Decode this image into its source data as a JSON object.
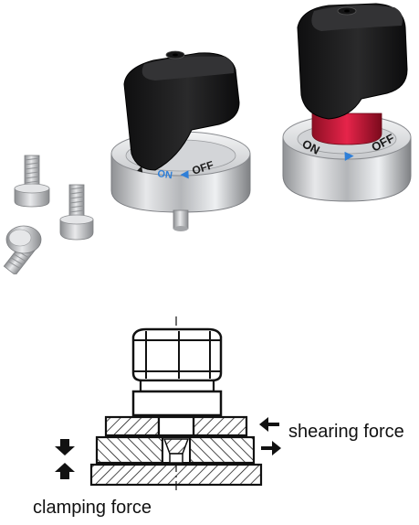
{
  "photo": {
    "left_knob": {
      "ring_labels": [
        "OFF",
        "ON"
      ]
    },
    "right_knob": {
      "ring_labels": [
        "OFF",
        "ON"
      ]
    }
  },
  "diagram": {
    "labels": {
      "shearing_force": "shearing force",
      "clamping_force": "clamping force"
    }
  },
  "colors": {
    "knob_black": "#1b1b1b",
    "steel": "#c8c9cb",
    "red_band": "#d11d3b",
    "blue_arrow": "#2f7fd8",
    "line_black": "#111111"
  },
  "icons": [
    "arrow-down-icon",
    "arrow-up-icon",
    "arrow-left-icon",
    "arrow-right-icon"
  ]
}
